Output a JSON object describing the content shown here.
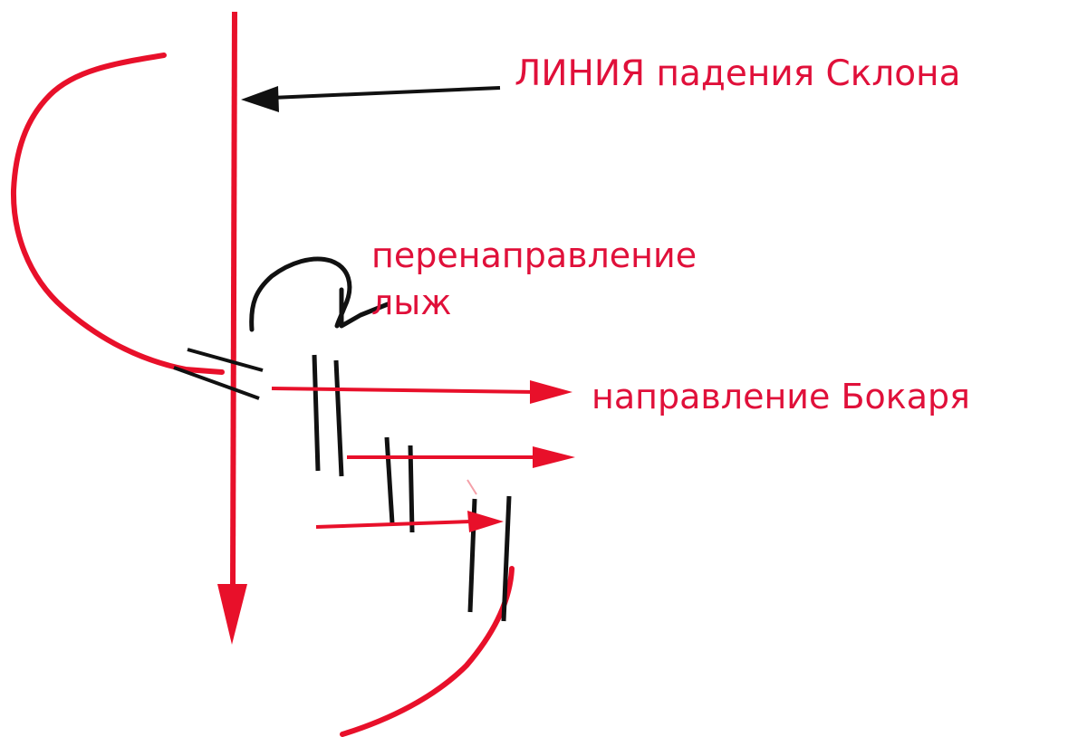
{
  "labels": {
    "fall_line": "ЛИНИЯ падения Склона",
    "ski_redirection_line1": "перенаправление",
    "ski_redirection_line2": "лыж",
    "sideslip_direction": "направление Бокаря"
  },
  "colors": {
    "accent_red": "#e8102a",
    "text_red": "#e0103a",
    "stroke_black": "#111111"
  }
}
